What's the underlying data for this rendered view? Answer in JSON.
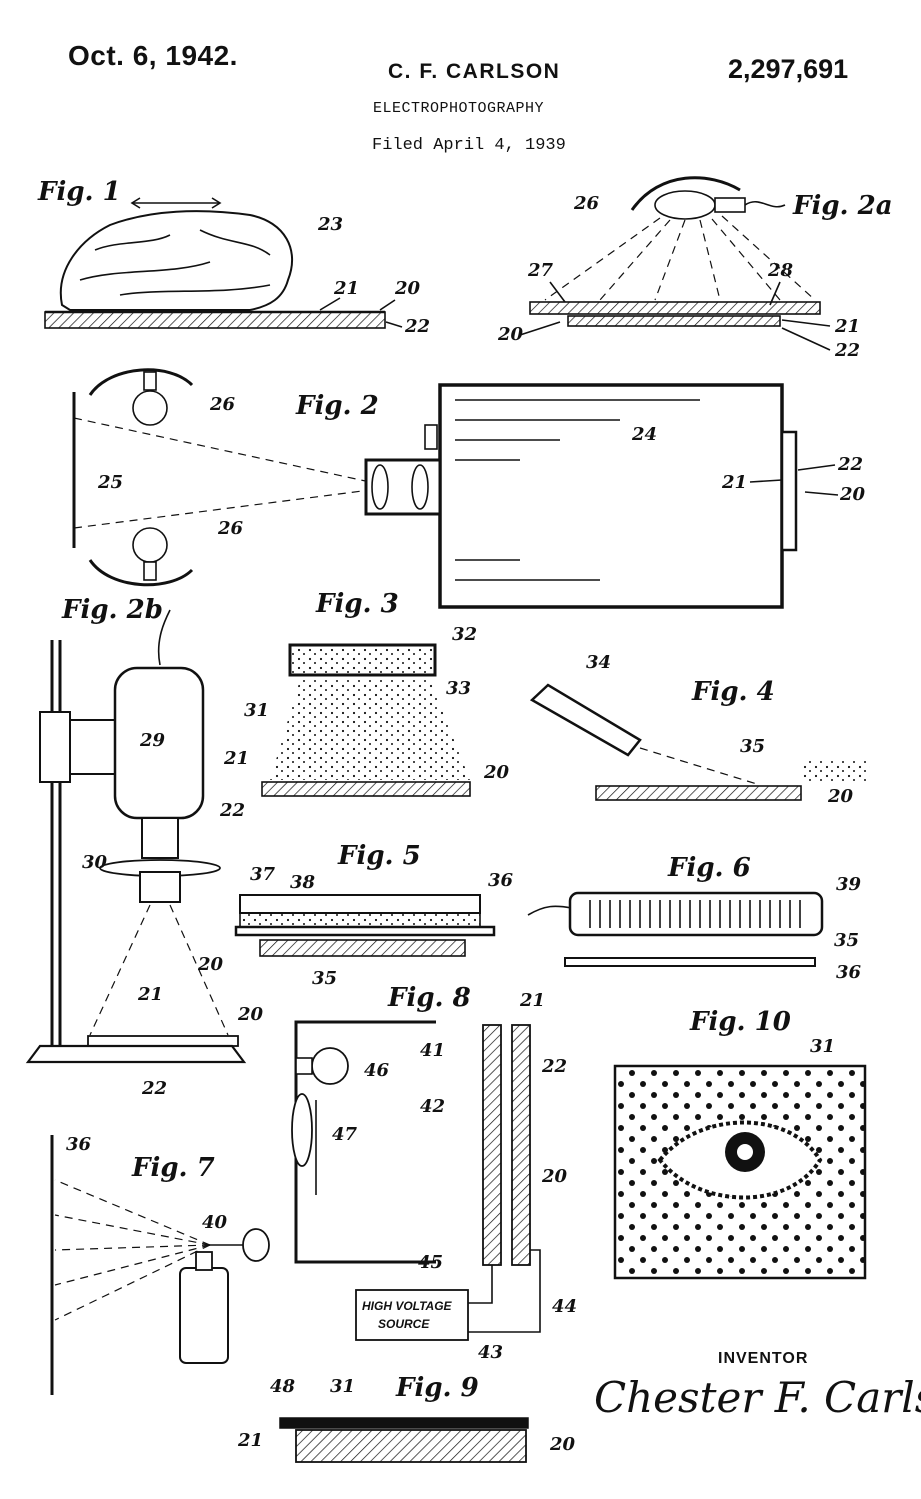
{
  "header": {
    "date": "Oct. 6, 1942.",
    "inventor": "C. F. CARLSON",
    "patent_number": "2,297,691",
    "title": "ELECTROPHOTOGRAPHY",
    "filed": "Filed April 4, 1939"
  },
  "figures": {
    "fig1": "Fig. 1",
    "fig2": "Fig. 2",
    "fig2a": "Fig. 2a",
    "fig2b": "Fig. 2b",
    "fig3": "Fig. 3",
    "fig4": "Fig. 4",
    "fig5": "Fig. 5",
    "fig6": "Fig. 6",
    "fig7": "Fig. 7",
    "fig8": "Fig. 8",
    "fig9": "Fig. 9",
    "fig10": "Fig. 10"
  },
  "refs": {
    "r20": "20",
    "r21": "21",
    "r22": "22",
    "r23": "23",
    "r24": "24",
    "r25": "25",
    "r26": "26",
    "r27": "27",
    "r28": "28",
    "r29": "29",
    "r30": "30",
    "r31": "31",
    "r32": "32",
    "r33": "33",
    "r34": "34",
    "r35": "35",
    "r36": "36",
    "r37": "37",
    "r38": "38",
    "r39": "39",
    "r40": "40",
    "r41": "41",
    "r42": "42",
    "r43": "43",
    "r44": "44",
    "r45": "45",
    "r46": "46",
    "r47": "47",
    "r48": "48"
  },
  "hv_box": {
    "line1": "HIGH VOLTAGE",
    "line2": "SOURCE"
  },
  "inventor_block": {
    "label": "INVENTOR",
    "signature": "Chester F. Carlson"
  }
}
